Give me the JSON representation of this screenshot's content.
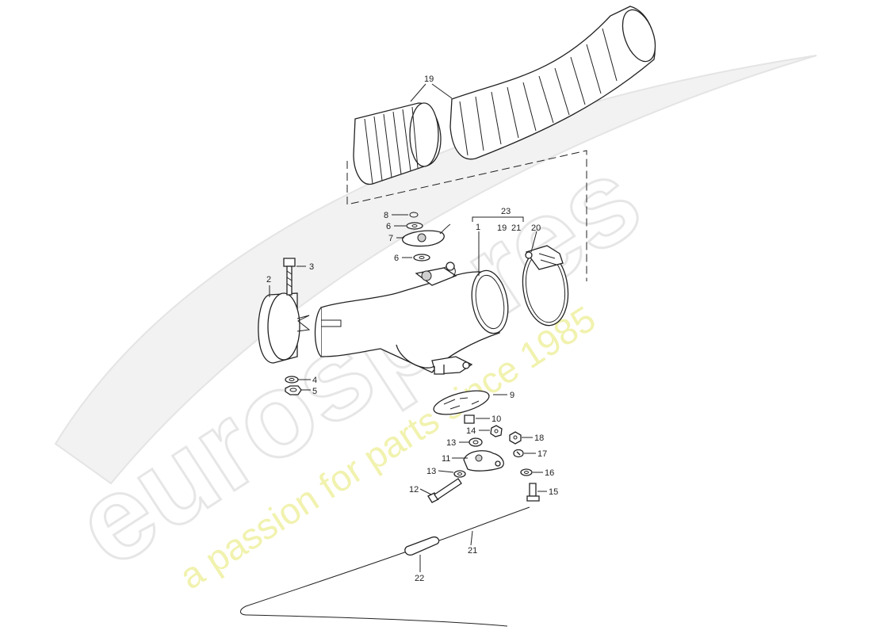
{
  "watermark": {
    "brand": "eurospares",
    "tagline": "a passion for parts since 1985",
    "brand_color": "#e6e6e6",
    "tagline_color": "#eef0a0"
  },
  "callouts": {
    "c1": "1",
    "c2": "2",
    "c3": "3",
    "c4": "4",
    "c5": "5",
    "c6a": "6",
    "c6b": "6",
    "c7": "7",
    "c8": "8",
    "c9": "9",
    "c10": "10",
    "c11": "11",
    "c12": "12",
    "c13a": "13",
    "c13b": "13",
    "c14": "14",
    "c15": "15",
    "c16": "16",
    "c17": "17",
    "c18": "18",
    "c19top": "19",
    "c19grp": "19",
    "c20": "20",
    "c21grp": "21",
    "c21": "21",
    "c22": "22",
    "c23": "23"
  }
}
